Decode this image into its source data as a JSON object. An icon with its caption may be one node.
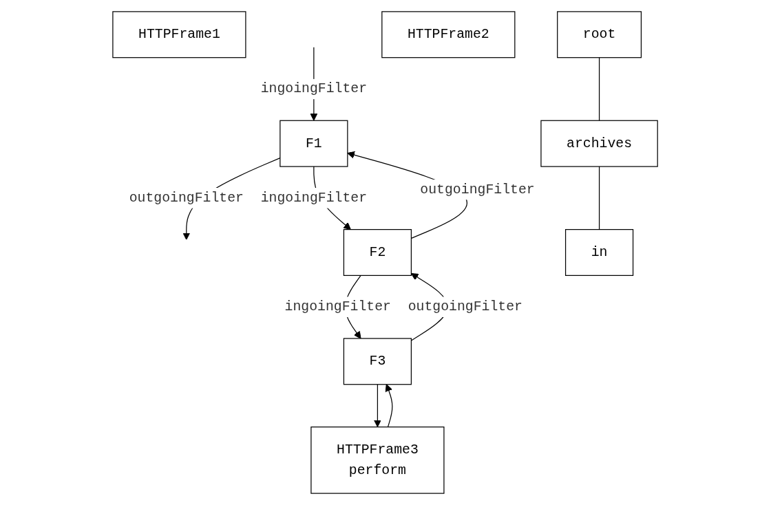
{
  "diagram": {
    "nodes": [
      {
        "text": [
          "HTTPFrame1"
        ]
      },
      {
        "text": [
          "root"
        ]
      },
      {
        "text": [
          "F1"
        ]
      },
      {
        "text": [
          "HTTPFrame2"
        ]
      },
      {
        "text": [
          "archives"
        ]
      },
      {
        "text": [
          "F2"
        ]
      },
      {
        "text": [
          "in"
        ]
      },
      {
        "text": [
          "HTTPFrame3",
          "perform"
        ]
      },
      {
        "text": [
          "F3"
        ]
      }
    ],
    "edges": [
      {
        "from": 2,
        "to": null,
        "arrow": "to",
        "label": "outgoingFilter"
      },
      {
        "from": null,
        "to": 2,
        "arrow": "to",
        "label": "ingoingFilter"
      },
      {
        "from": 2,
        "to": 5,
        "arrow": "to",
        "label": "ingoingFilter"
      },
      {
        "from": 5,
        "to": 2,
        "arrow": "to",
        "label": "outgoingFilter"
      },
      {
        "from": 5,
        "to": 8,
        "arrow": "to",
        "label": "ingoingFilter"
      },
      {
        "from": 8,
        "to": 5,
        "arrow": "to",
        "label": "outgoingFilter"
      },
      {
        "from": 1,
        "to": 4,
        "arrow": "none"
      },
      {
        "from": 4,
        "to": 6,
        "arrow": "none"
      },
      {
        "from": 7,
        "to": 8,
        "arrow": "to"
      },
      {
        "from": 8,
        "to": 7,
        "arrow": "to"
      }
    ]
  }
}
